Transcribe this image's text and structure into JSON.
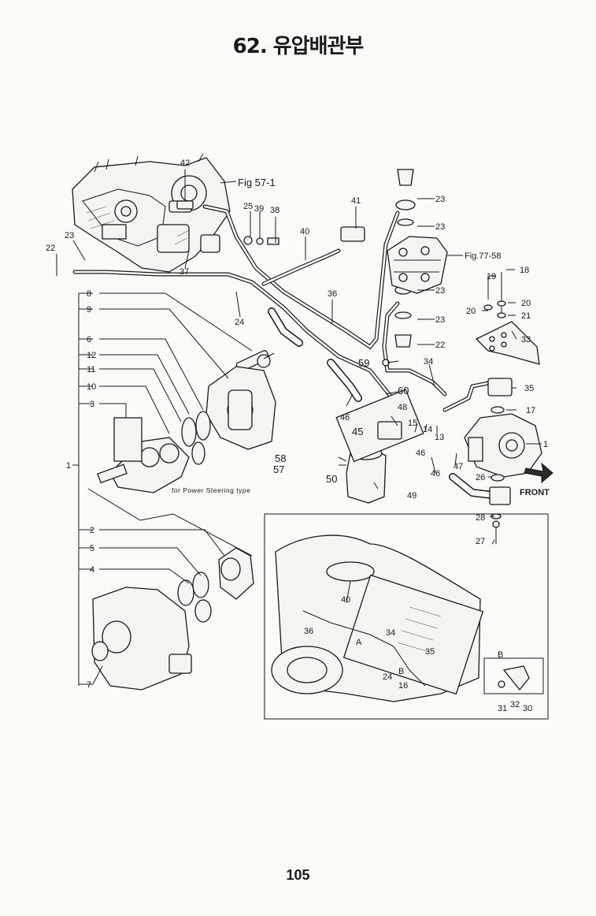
{
  "page_title": "62. 유압배관부",
  "page_number": "105",
  "diagram": {
    "fig_refs": [
      "Fig 57-1",
      "Fig.77-58"
    ],
    "notes": {
      "power_steering": "for Power Steering type",
      "front": "FRONT"
    },
    "part_labels": [
      "1",
      "2",
      "3",
      "4",
      "5",
      "6",
      "7",
      "8",
      "9",
      "10",
      "11",
      "12",
      "13",
      "14",
      "15",
      "16",
      "17",
      "18",
      "19",
      "20",
      "21",
      "22",
      "23",
      "24",
      "25",
      "26",
      "27",
      "28",
      "30",
      "31",
      "32",
      "33",
      "34",
      "35",
      "36",
      "37",
      "38",
      "39",
      "40",
      "41",
      "42",
      "45",
      "46",
      "47",
      "48",
      "49",
      "50",
      "57",
      "58",
      "59",
      "60"
    ],
    "view_labels": [
      "A",
      "B",
      "B"
    ]
  }
}
